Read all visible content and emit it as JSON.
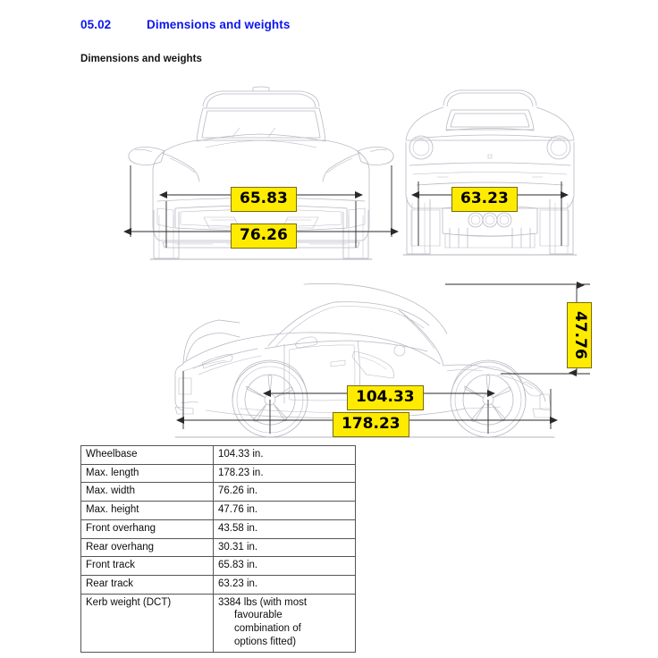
{
  "header": {
    "section_number": "05.02",
    "section_title": "Dimensions and weights",
    "subsection_title": "Dimensions and weights"
  },
  "colors": {
    "heading_blue": "#0b16f0",
    "callout_fill": "#ffeb00",
    "callout_border": "#7c6b00",
    "drawing_line": "#b9b9c4",
    "table_border": "#555555",
    "text": "#0d0d0d"
  },
  "figure": {
    "views": [
      {
        "name": "front-view",
        "label": "Front view of vehicle"
      },
      {
        "name": "rear-view",
        "label": "Rear view of vehicle"
      },
      {
        "name": "side-view",
        "label": "Side profile view of vehicle"
      }
    ],
    "callouts": [
      {
        "name": "front-track-callout",
        "value": "65.83",
        "orientation": "horizontal",
        "view": "front-view"
      },
      {
        "name": "max-width-callout",
        "value": "76.26",
        "orientation": "horizontal",
        "view": "front-view"
      },
      {
        "name": "rear-track-callout",
        "value": "63.23",
        "orientation": "horizontal",
        "view": "rear-view"
      },
      {
        "name": "max-height-callout",
        "value": "47.76",
        "orientation": "vertical",
        "view": "side-view"
      },
      {
        "name": "wheelbase-callout",
        "value": "104.33",
        "orientation": "horizontal",
        "view": "side-view"
      },
      {
        "name": "max-length-callout",
        "value": "178.23",
        "orientation": "horizontal",
        "view": "side-view"
      }
    ]
  },
  "spec_table": {
    "rows": [
      {
        "label": "Wheelbase",
        "value": "104.33 in."
      },
      {
        "label": "Max. length",
        "value": "178.23 in."
      },
      {
        "label": "Max. width",
        "value": "76.26 in."
      },
      {
        "label": "Max. height",
        "value": "47.76 in."
      },
      {
        "label": "Front overhang",
        "value": "43.58 in."
      },
      {
        "label": "Rear overhang",
        "value": "30.31 in."
      },
      {
        "label": "Front track",
        "value": "65.83 in."
      },
      {
        "label": "Rear track",
        "value": "63.23 in."
      }
    ],
    "kerb_weight": {
      "label": "Kerb weight (DCT)",
      "value_line1": "3384 lbs (with most",
      "value_line2": "favourable",
      "value_line3": "combination of",
      "value_line4": "options fitted)"
    }
  }
}
